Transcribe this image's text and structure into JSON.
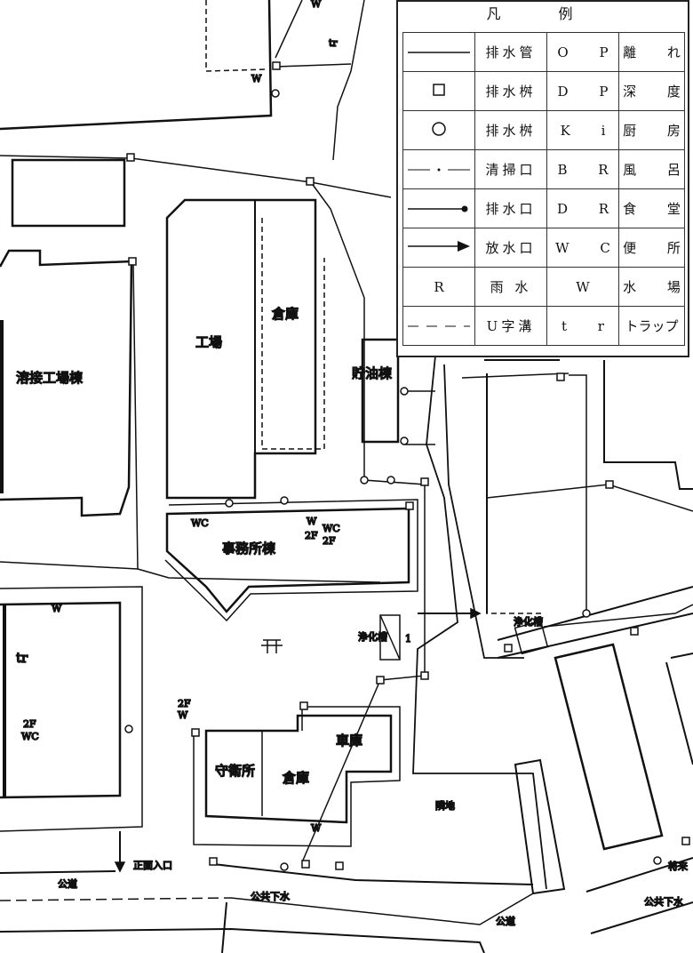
{
  "legend": {
    "title": "凡 例",
    "rows": [
      {
        "symbol": "line",
        "meaning": "排水管",
        "abbr": "O P",
        "abbr_meaning": "離 れ"
      },
      {
        "symbol": "square",
        "meaning": "排水桝",
        "abbr": "D P",
        "abbr_meaning": "深 度"
      },
      {
        "symbol": "circle",
        "meaning": "排水桝",
        "abbr": "K i",
        "abbr_meaning": "厨 房"
      },
      {
        "symbol": "dash-dot",
        "meaning": "清掃口",
        "abbr": "B R",
        "abbr_meaning": "風 呂"
      },
      {
        "symbol": "line-dot",
        "meaning": "排水口",
        "abbr": "D R",
        "abbr_meaning": "食 堂"
      },
      {
        "symbol": "line-arrow",
        "meaning": "放水口",
        "abbr": "W C",
        "abbr_meaning": "便 所"
      },
      {
        "symbol": "R",
        "meaning": "雨 水",
        "abbr": "W",
        "abbr_meaning": "水 場"
      },
      {
        "symbol": "dashed",
        "meaning": "U字溝",
        "abbr": "t r",
        "abbr_meaning": "トラップ"
      }
    ]
  },
  "map": {
    "buildings": {
      "welding": "溶接工場棟",
      "factory": "工場",
      "warehouse1": "倉庫",
      "oil": "貯油棟",
      "office": "事務所棟",
      "septic1": "浄化槽",
      "septic2": "浄化槽",
      "guard": "守衛所",
      "warehouse2": "倉庫",
      "garage": "車庫",
      "neighbor": "隣地",
      "future": "将来"
    },
    "labels": {
      "entrance": "正面入口",
      "road1": "公道",
      "road2": "公道",
      "sewer1": "公共下水",
      "sewer2": "公共下水",
      "wc1": "WC",
      "w_office": "W",
      "f2_office": "2F",
      "wc_office": "WC",
      "f2_office2": "2F",
      "tr_left": "tr",
      "f2_left": "2F",
      "wc_left": "WC",
      "f2_mid": "2F",
      "w_mid": "W",
      "w_top": "W",
      "w_top2": "W",
      "tr_top": "tr",
      "w_guard": "W",
      "septic_num": "1",
      "w_left_box": "W"
    }
  }
}
